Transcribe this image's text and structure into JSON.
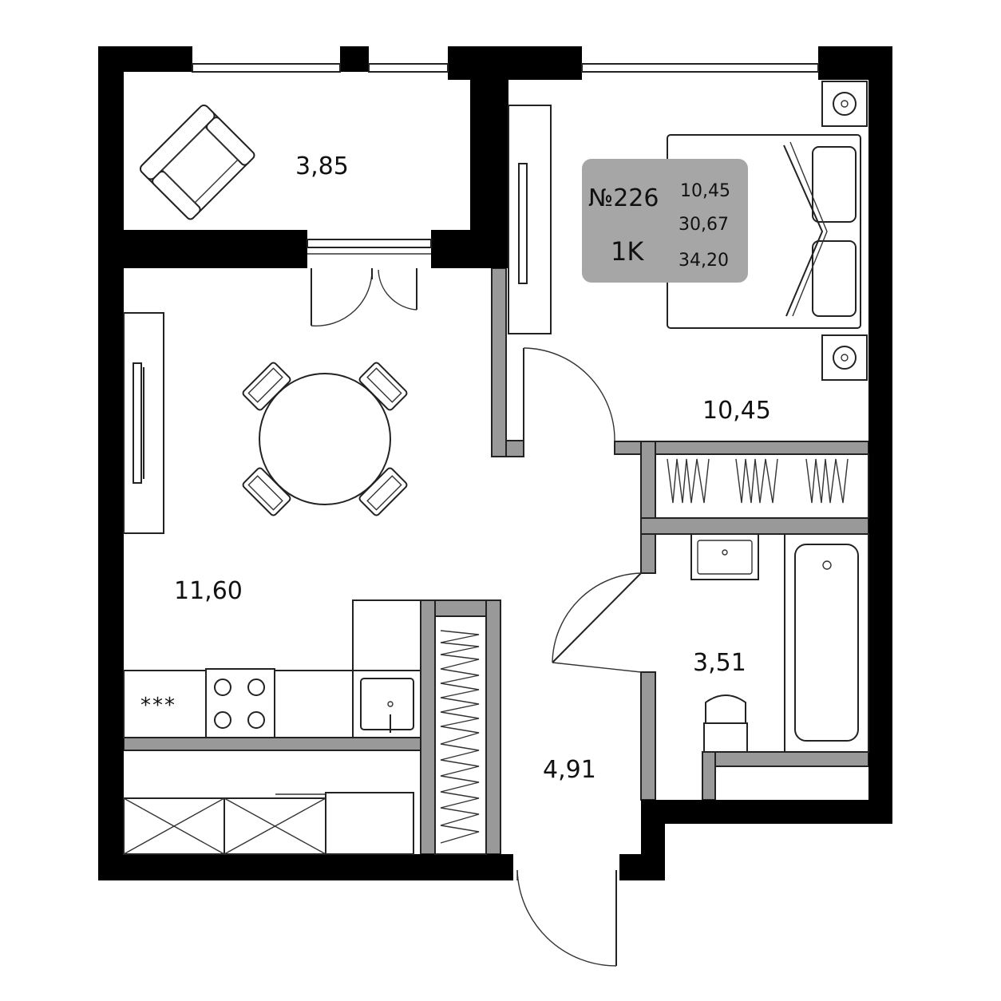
{
  "apartment": {
    "number": "№226",
    "type": "1K",
    "areas": [
      "10,45",
      "30,67",
      "34,20"
    ]
  },
  "rooms": {
    "balcony": "3,85",
    "living_kitchen": "11,60",
    "bedroom": "10,45",
    "bathroom": "3,51",
    "hallway": "4,91"
  },
  "appliance_marking": "***",
  "colors": {
    "wall": "#000000",
    "partition": "#999999",
    "badge": "#a6a6a6",
    "background": "#ffffff"
  }
}
